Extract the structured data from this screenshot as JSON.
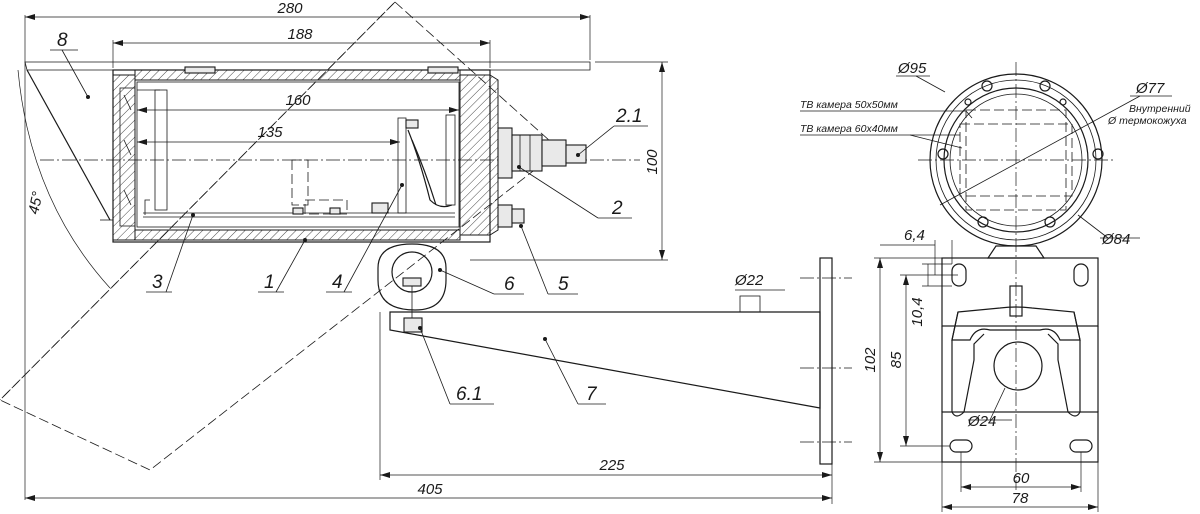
{
  "drawing": {
    "dimensions": {
      "overall_length": "280",
      "housing_length": "188",
      "inner_160": "160",
      "inner_135": "135",
      "height_100": "100",
      "angle_45": "45°",
      "bracket_225": "225",
      "total_405": "405",
      "hole_d22": "Ø22",
      "d95": "Ø95",
      "d77": "Ø77",
      "d84": "Ø84",
      "d24": "Ø24",
      "dim_6_4": "6,4",
      "dim_10_4": "10,4",
      "dim_85": "85",
      "dim_102": "102",
      "dim_60": "60",
      "dim_78": "78"
    },
    "labels": {
      "p1": "1",
      "p2": "2",
      "p2_1": "2.1",
      "p3": "3",
      "p4": "4",
      "p5": "5",
      "p6": "6",
      "p6_1": "6.1",
      "p7": "7",
      "p8": "8"
    },
    "notes": {
      "cam_50": "ТВ камера 50х50мм",
      "cam_60": "ТВ камера 60х40мм",
      "inner_line1": "Внутренний",
      "inner_line2": "Ø термокожуха"
    }
  }
}
